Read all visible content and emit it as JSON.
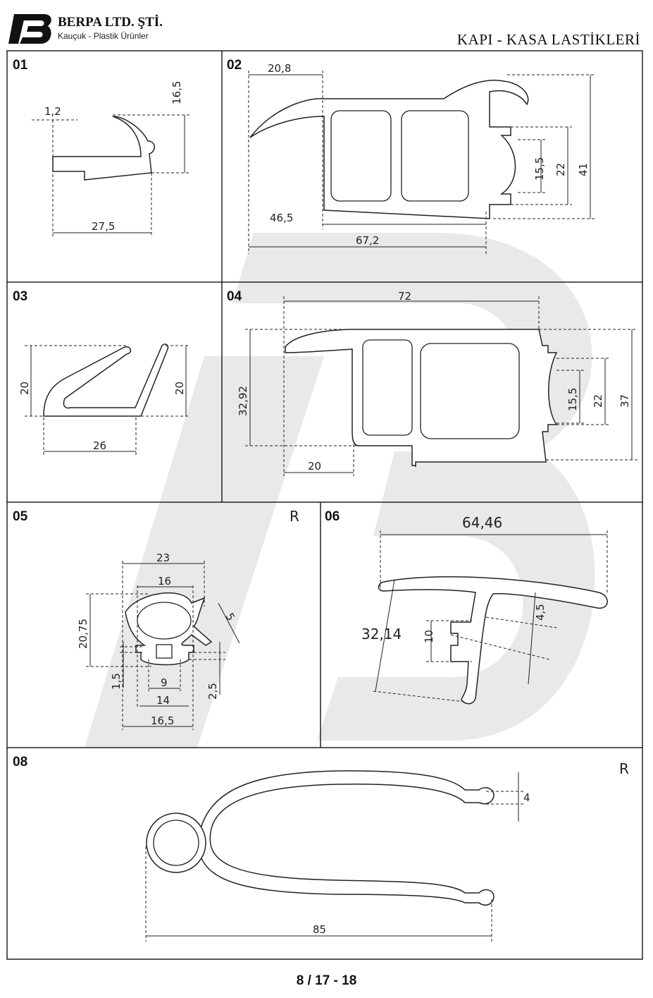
{
  "header": {
    "company": "BERPA LTD. ŞTİ.",
    "subtitle": "Kauçuk - Plastik Ürünler",
    "title": "KAPI - KASA LASTİKLERİ",
    "logo_text": "B"
  },
  "colors": {
    "watermark": "#e9e9e9",
    "line": "#222222"
  },
  "panels": [
    {
      "id": "01",
      "dims": {
        "a": "1,2",
        "b": "16,5",
        "c": "27,5"
      }
    },
    {
      "id": "02",
      "dims": {
        "a": "20,8",
        "b": "15,5",
        "c": "22",
        "d": "41",
        "e": "46,5",
        "f": "67,2"
      }
    },
    {
      "id": "03",
      "dims": {
        "a": "20",
        "b": "20",
        "c": "26"
      }
    },
    {
      "id": "04",
      "dims": {
        "a": "72",
        "b": "32,92",
        "c": "15,5",
        "d": "22",
        "e": "37",
        "f": "20"
      }
    },
    {
      "id": "05",
      "mark": "R",
      "dims": {
        "a": "23",
        "b": "16",
        "c": "20,75",
        "d": "5",
        "e": "1,5",
        "f": "9",
        "g": "14",
        "h": "16,5",
        "i": "2,5"
      }
    },
    {
      "id": "06",
      "dims": {
        "a": "64,46",
        "b": "32,14",
        "c": "10",
        "d": "4,5"
      }
    },
    {
      "id": "08",
      "mark": "R",
      "dims": {
        "a": "4",
        "b": "85"
      }
    }
  ],
  "footer": {
    "page": "8 / 17 - 18"
  }
}
